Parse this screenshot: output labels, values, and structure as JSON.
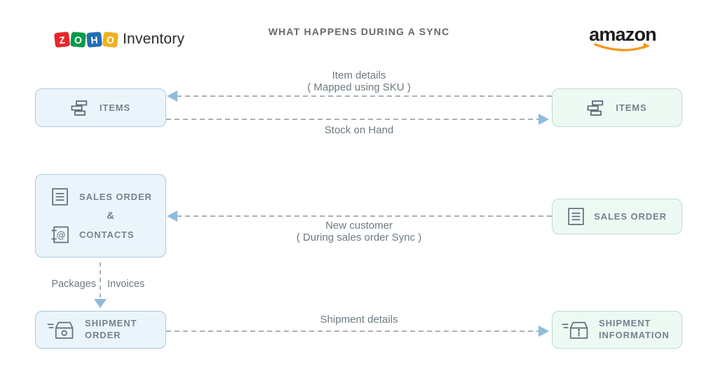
{
  "header": {
    "title": "WHAT HAPPENS DURING A SYNC",
    "zoho_logo": {
      "tiles": [
        {
          "letter": "Z",
          "color": "#e5272c"
        },
        {
          "letter": "O",
          "color": "#089949"
        },
        {
          "letter": "H",
          "color": "#226db4"
        },
        {
          "letter": "O",
          "color": "#f0b01f"
        }
      ],
      "product": "Inventory"
    },
    "amazon_logo": {
      "text": "amazon",
      "smile_color": "#f6991e"
    }
  },
  "colors": {
    "zoho_box_fill": "#eaf4fb",
    "zoho_box_border": "#a9cbdd",
    "amazon_box_fill": "#edf9f3",
    "amazon_box_border": "#bcdfd0",
    "arrow_dash": "#a7b1b9",
    "arrow_head": "#8fbcdb",
    "flow_label_text": "#6d7a81",
    "box_label_text": "#76828d"
  },
  "zoho_column": {
    "items_box": {
      "label": "ITEMS",
      "icon": "items-stack-icon"
    },
    "sales_order_contacts_box": {
      "sales_order_label": "SALES ORDER",
      "ampersand": "&",
      "contacts_label": "CONTACTS",
      "icons": [
        "sales-order-document-icon",
        "contacts-address-book-icon"
      ]
    },
    "shipment_order_box": {
      "line1": "SHIPMENT",
      "line2": "ORDER",
      "icon": "shipment-box-icon"
    }
  },
  "amazon_column": {
    "items_box": {
      "label": "ITEMS",
      "icon": "items-stack-icon"
    },
    "sales_order_box": {
      "label": "SALES ORDER",
      "icon": "sales-order-document-icon"
    },
    "shipment_information_box": {
      "line1": "SHIPMENT",
      "line2": "INFORMATION",
      "icon": "shipment-info-box-icon"
    }
  },
  "flows": {
    "item_details": {
      "line1": "Item details",
      "line2": "( Mapped using SKU )",
      "direction": "amazon-to-zoho"
    },
    "stock_on_hand": {
      "label": "Stock on Hand",
      "direction": "zoho-to-amazon"
    },
    "new_customer": {
      "line1": "New customer",
      "line2": "( During sales order Sync )",
      "direction": "amazon-to-zoho"
    },
    "shipment_details": {
      "label": "Shipment details",
      "direction": "zoho-to-amazon"
    },
    "internal_flow": {
      "left_label": "Packages",
      "right_label": "Invoices",
      "direction": "down"
    }
  }
}
